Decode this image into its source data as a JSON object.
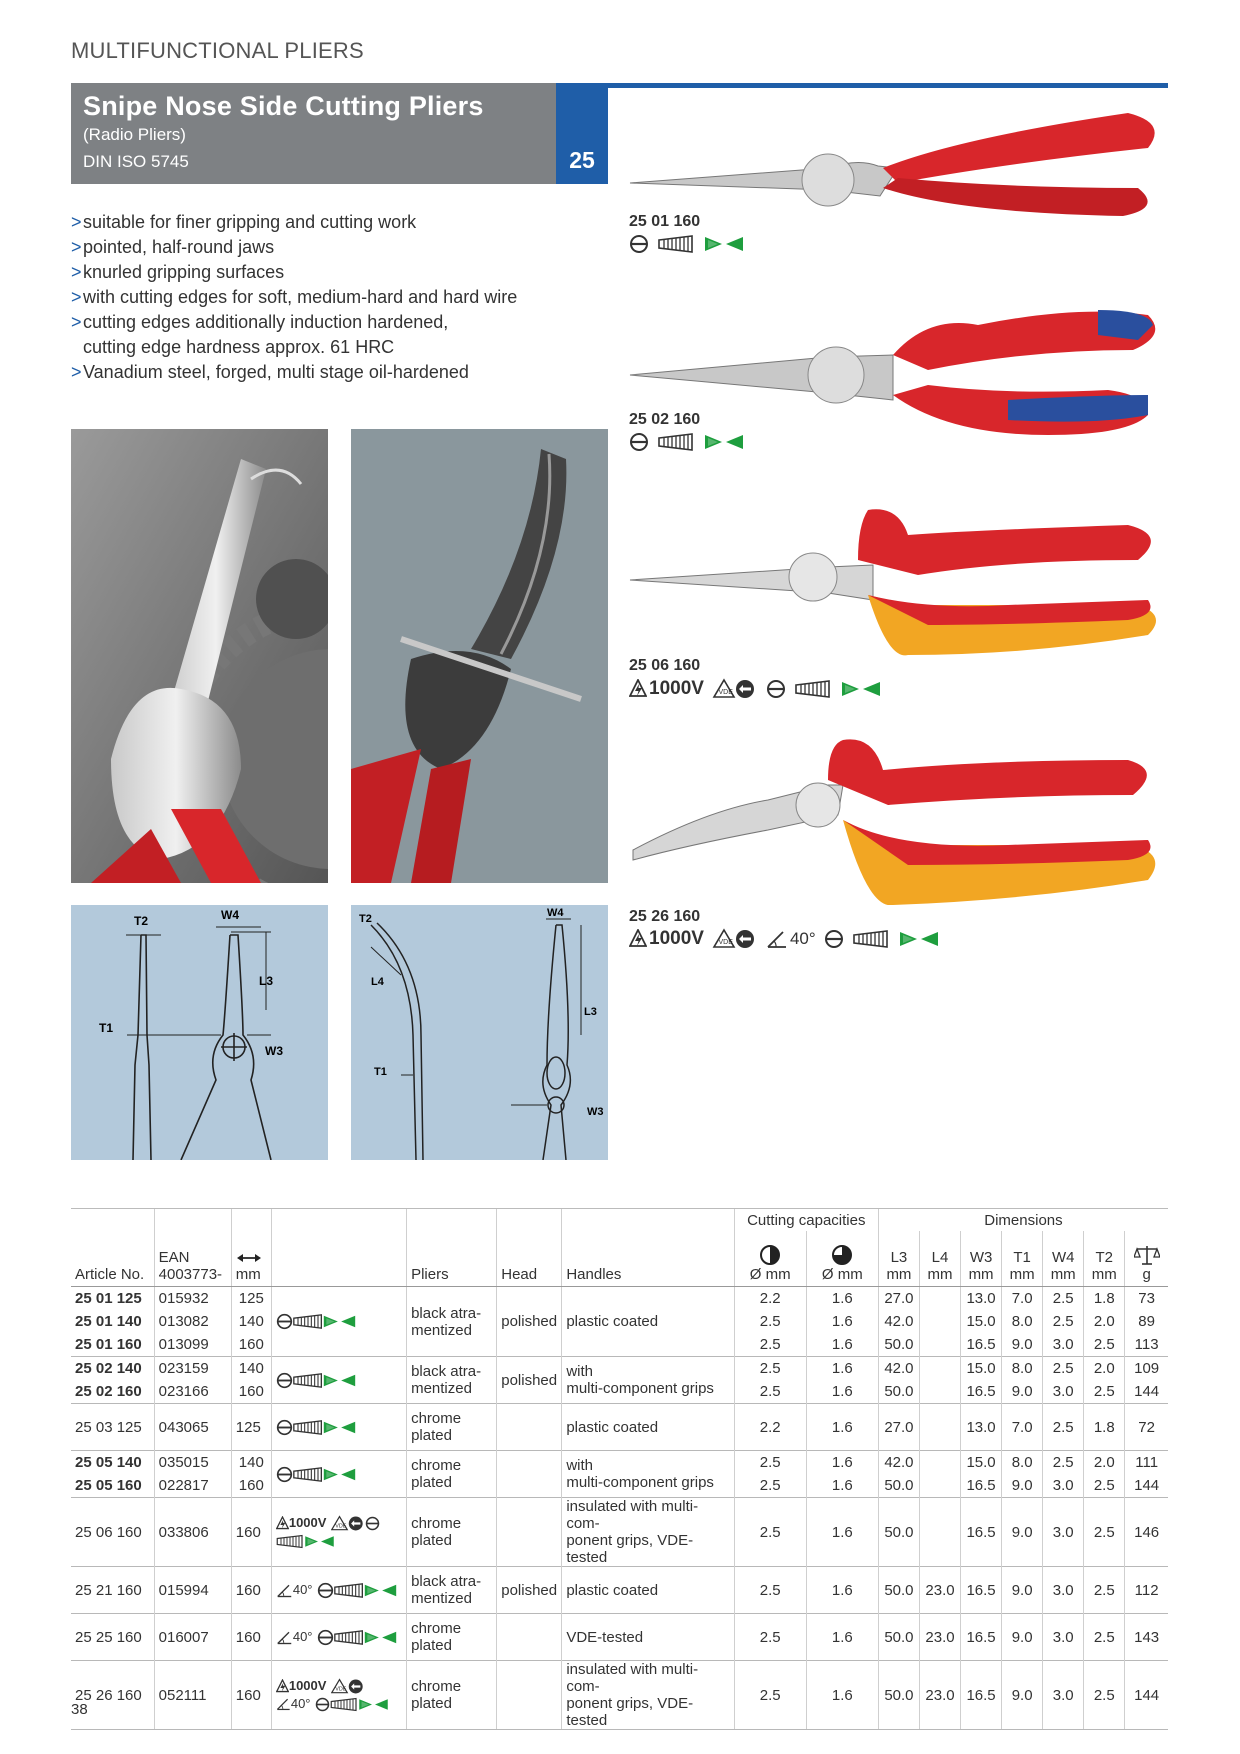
{
  "section_title": "MULTIFUNCTIONAL PLIERS",
  "header": {
    "title": "Snipe Nose Side Cutting Pliers",
    "subtitle": "(Radio Pliers)",
    "standard": "DIN ISO 5745",
    "number": "25"
  },
  "features": [
    "suitable for finer gripping and cutting work",
    "pointed, half-round jaws",
    "knurled gripping surfaces",
    "with cutting edges for soft, medium-hard and hard wire",
    "cutting edges additionally induction hardened,",
    "cutting edge hardness approx. 61 HRC",
    "Vanadium steel, forged, multi stage oil-hardened"
  ],
  "bullet_glyph": ">",
  "products": [
    {
      "code": "25 01 160"
    },
    {
      "code": "25 02 160"
    },
    {
      "code": "25 06 160",
      "voltage": "1000V"
    },
    {
      "code": "25 26 160",
      "voltage": "1000V",
      "angle": "40°"
    }
  ],
  "diagram_labels": {
    "left": {
      "t2": "T2",
      "w4": "W4",
      "l3": "L3",
      "t1": "T1",
      "w3": "W3"
    },
    "right": {
      "t2": "T2",
      "w4": "W4",
      "l4": "L4",
      "l3": "L3",
      "t1": "T1",
      "w3": "W3"
    }
  },
  "table": {
    "group_headers": {
      "cutting": "Cutting capacities",
      "dimensions": "Dimensions"
    },
    "headers": {
      "article": "Article No.",
      "ean_top": "EAN",
      "ean_bottom": "4003773-",
      "length_unit": "mm",
      "pliers": "Pliers",
      "head": "Head",
      "handles": "Handles",
      "cut_soft_unit": "Ø mm",
      "cut_hard_unit": "Ø mm",
      "l3": "L3",
      "l3_unit": "mm",
      "l4": "L4",
      "l4_unit": "mm",
      "w3": "W3",
      "w3_unit": "mm",
      "t1": "T1",
      "t1_unit": "mm",
      "w4": "W4",
      "w4_unit": "mm",
      "t2": "T2",
      "t2_unit": "mm",
      "weight_unit": "g"
    },
    "voltage_text": "1000V",
    "angle_text": "40°",
    "rows": [
      {
        "article": "25 01 125",
        "ean": "015932",
        "length": "125",
        "cut_soft": "2.2",
        "cut_hard": "1.6",
        "l3": "27.0",
        "l4": "",
        "w3": "13.0",
        "t1": "7.0",
        "w4": "2.5",
        "t2": "1.8",
        "weight": "73"
      },
      {
        "article": "25 01 140",
        "ean": "013082",
        "length": "140",
        "cut_soft": "2.5",
        "cut_hard": "1.6",
        "l3": "42.0",
        "l4": "",
        "w3": "15.0",
        "t1": "8.0",
        "w4": "2.5",
        "t2": "2.0",
        "weight": "89"
      },
      {
        "article": "25 01 160",
        "ean": "013099",
        "length": "160",
        "cut_soft": "2.5",
        "cut_hard": "1.6",
        "l3": "50.0",
        "l4": "",
        "w3": "16.5",
        "t1": "9.0",
        "w4": "3.0",
        "t2": "2.5",
        "weight": "113"
      },
      {
        "article": "25 02 140",
        "ean": "023159",
        "length": "140",
        "cut_soft": "2.5",
        "cut_hard": "1.6",
        "l3": "42.0",
        "l4": "",
        "w3": "15.0",
        "t1": "8.0",
        "w4": "2.5",
        "t2": "2.0",
        "weight": "109"
      },
      {
        "article": "25 02 160",
        "ean": "023166",
        "length": "160",
        "cut_soft": "2.5",
        "cut_hard": "1.6",
        "l3": "50.0",
        "l4": "",
        "w3": "16.5",
        "t1": "9.0",
        "w4": "3.0",
        "t2": "2.5",
        "weight": "144"
      },
      {
        "article": "25 03 125",
        "ean": "043065",
        "length": "125",
        "cut_soft": "2.2",
        "cut_hard": "1.6",
        "l3": "27.0",
        "l4": "",
        "w3": "13.0",
        "t1": "7.0",
        "w4": "2.5",
        "t2": "1.8",
        "weight": "72"
      },
      {
        "article": "25 05 140",
        "ean": "035015",
        "length": "140",
        "cut_soft": "2.5",
        "cut_hard": "1.6",
        "l3": "42.0",
        "l4": "",
        "w3": "15.0",
        "t1": "8.0",
        "w4": "2.5",
        "t2": "2.0",
        "weight": "111"
      },
      {
        "article": "25 05 160",
        "ean": "022817",
        "length": "160",
        "cut_soft": "2.5",
        "cut_hard": "1.6",
        "l3": "50.0",
        "l4": "",
        "w3": "16.5",
        "t1": "9.0",
        "w4": "3.0",
        "t2": "2.5",
        "weight": "144"
      },
      {
        "article": "25 06 160",
        "ean": "033806",
        "length": "160",
        "cut_soft": "2.5",
        "cut_hard": "1.6",
        "l3": "50.0",
        "l4": "",
        "w3": "16.5",
        "t1": "9.0",
        "w4": "3.0",
        "t2": "2.5",
        "weight": "146"
      },
      {
        "article": "25 21 160",
        "ean": "015994",
        "length": "160",
        "cut_soft": "2.5",
        "cut_hard": "1.6",
        "l3": "50.0",
        "l4": "23.0",
        "w3": "16.5",
        "t1": "9.0",
        "w4": "3.0",
        "t2": "2.5",
        "weight": "112"
      },
      {
        "article": "25 25 160",
        "ean": "016007",
        "length": "160",
        "cut_soft": "2.5",
        "cut_hard": "1.6",
        "l3": "50.0",
        "l4": "23.0",
        "w3": "16.5",
        "t1": "9.0",
        "w4": "3.0",
        "t2": "2.5",
        "weight": "143"
      },
      {
        "article": "25 26 160",
        "ean": "052111",
        "length": "160",
        "cut_soft": "2.5",
        "cut_hard": "1.6",
        "l3": "50.0",
        "l4": "23.0",
        "w3": "16.5",
        "t1": "9.0",
        "w4": "3.0",
        "t2": "2.5",
        "weight": "144"
      }
    ],
    "groups": [
      {
        "pliers_l1": "black atra-",
        "pliers_l2": "mentized",
        "head": "polished",
        "handles_l1": "plastic coated",
        "handles_l2": ""
      },
      {
        "pliers_l1": "black atra-",
        "pliers_l2": "mentized",
        "head": "polished",
        "handles_l1": "with",
        "handles_l2": "multi-component grips"
      },
      {
        "pliers_l1": "chrome",
        "pliers_l2": "plated",
        "head": "",
        "handles_l1": "plastic coated",
        "handles_l2": ""
      },
      {
        "pliers_l1": "chrome",
        "pliers_l2": "plated",
        "head": "",
        "handles_l1": "with",
        "handles_l2": "multi-component grips"
      },
      {
        "pliers_l1": "chrome",
        "pliers_l2": "plated",
        "head": "",
        "handles_l1": "insulated with multi-com-",
        "handles_l2": "ponent grips, VDE-tested"
      },
      {
        "pliers_l1": "black atra-",
        "pliers_l2": "mentized",
        "head": "polished",
        "handles_l1": "plastic coated",
        "handles_l2": ""
      },
      {
        "pliers_l1": "chrome",
        "pliers_l2": "plated",
        "head": "",
        "handles_l1": "VDE-tested",
        "handles_l2": ""
      },
      {
        "pliers_l1": "chrome",
        "pliers_l2": "plated",
        "head": "",
        "handles_l1": "insulated with multi-com-",
        "handles_l2": "ponent grips, VDE-tested"
      }
    ],
    "icons": {
      "cut_soft": "half-circle-icon",
      "cut_hard": "three-quarter-circle-icon",
      "length": "double-arrow-icon",
      "weight": "scale-icon"
    }
  },
  "colors": {
    "accent_blue": "#1f5ea8",
    "header_gray": "#7e8184",
    "green": "#1e9e3e",
    "red_grip": "#d8262b"
  },
  "page_number": "38"
}
